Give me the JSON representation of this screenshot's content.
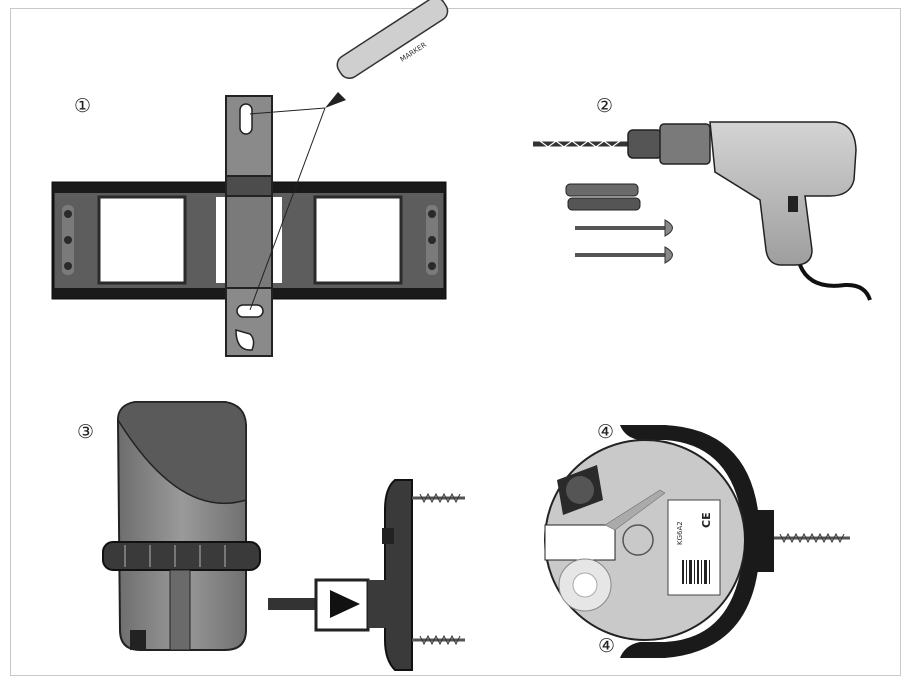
{
  "steps": [
    {
      "number": "①"
    },
    {
      "number": "②"
    },
    {
      "number": "③"
    },
    {
      "number": "④",
      "number_bottom": "④"
    }
  ],
  "marker_label": "MARKER",
  "device_label": {
    "model": "KG6A2",
    "ce_mark": "CE"
  }
}
